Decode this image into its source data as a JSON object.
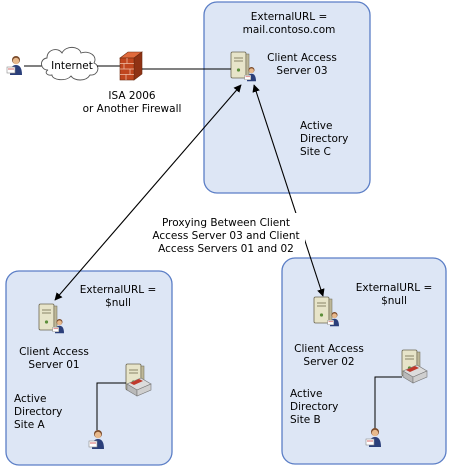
{
  "site_c": {
    "external_url_line1": "ExternalURL =",
    "external_url_line2": "mail.contoso.com",
    "server_line1": "Client Access",
    "server_line2": "Server 03",
    "site_line1": "Active",
    "site_line2": "Directory",
    "site_line3": "Site C"
  },
  "site_a": {
    "external_url_line1": "ExternalURL =",
    "external_url_line2": "$null",
    "server_line1": "Client Access",
    "server_line2": "Server 01",
    "site_line1": "Active",
    "site_line2": "Directory",
    "site_line3": "Site A"
  },
  "site_b": {
    "external_url_line1": "ExternalURL =",
    "external_url_line2": "$null",
    "server_line1": "Client Access",
    "server_line2": "Server 02",
    "site_line1": "Active",
    "site_line2": "Directory",
    "site_line3": "Site B"
  },
  "internet": {
    "label": "Internet"
  },
  "firewall": {
    "line1": "ISA 2006",
    "line2": "or Another Firewall"
  },
  "proxy_note": {
    "line1": "Proxying Between Client",
    "line2": "Access Server 03 and Client",
    "line3": "Access Servers 01 and 02"
  },
  "colors": {
    "site_fill": "#dde6f5",
    "site_border": "#5b7ec6",
    "firewall_brick": "#c0461e",
    "server_body": "#e7e4c9",
    "user_shirt": "#2b3f7a"
  }
}
